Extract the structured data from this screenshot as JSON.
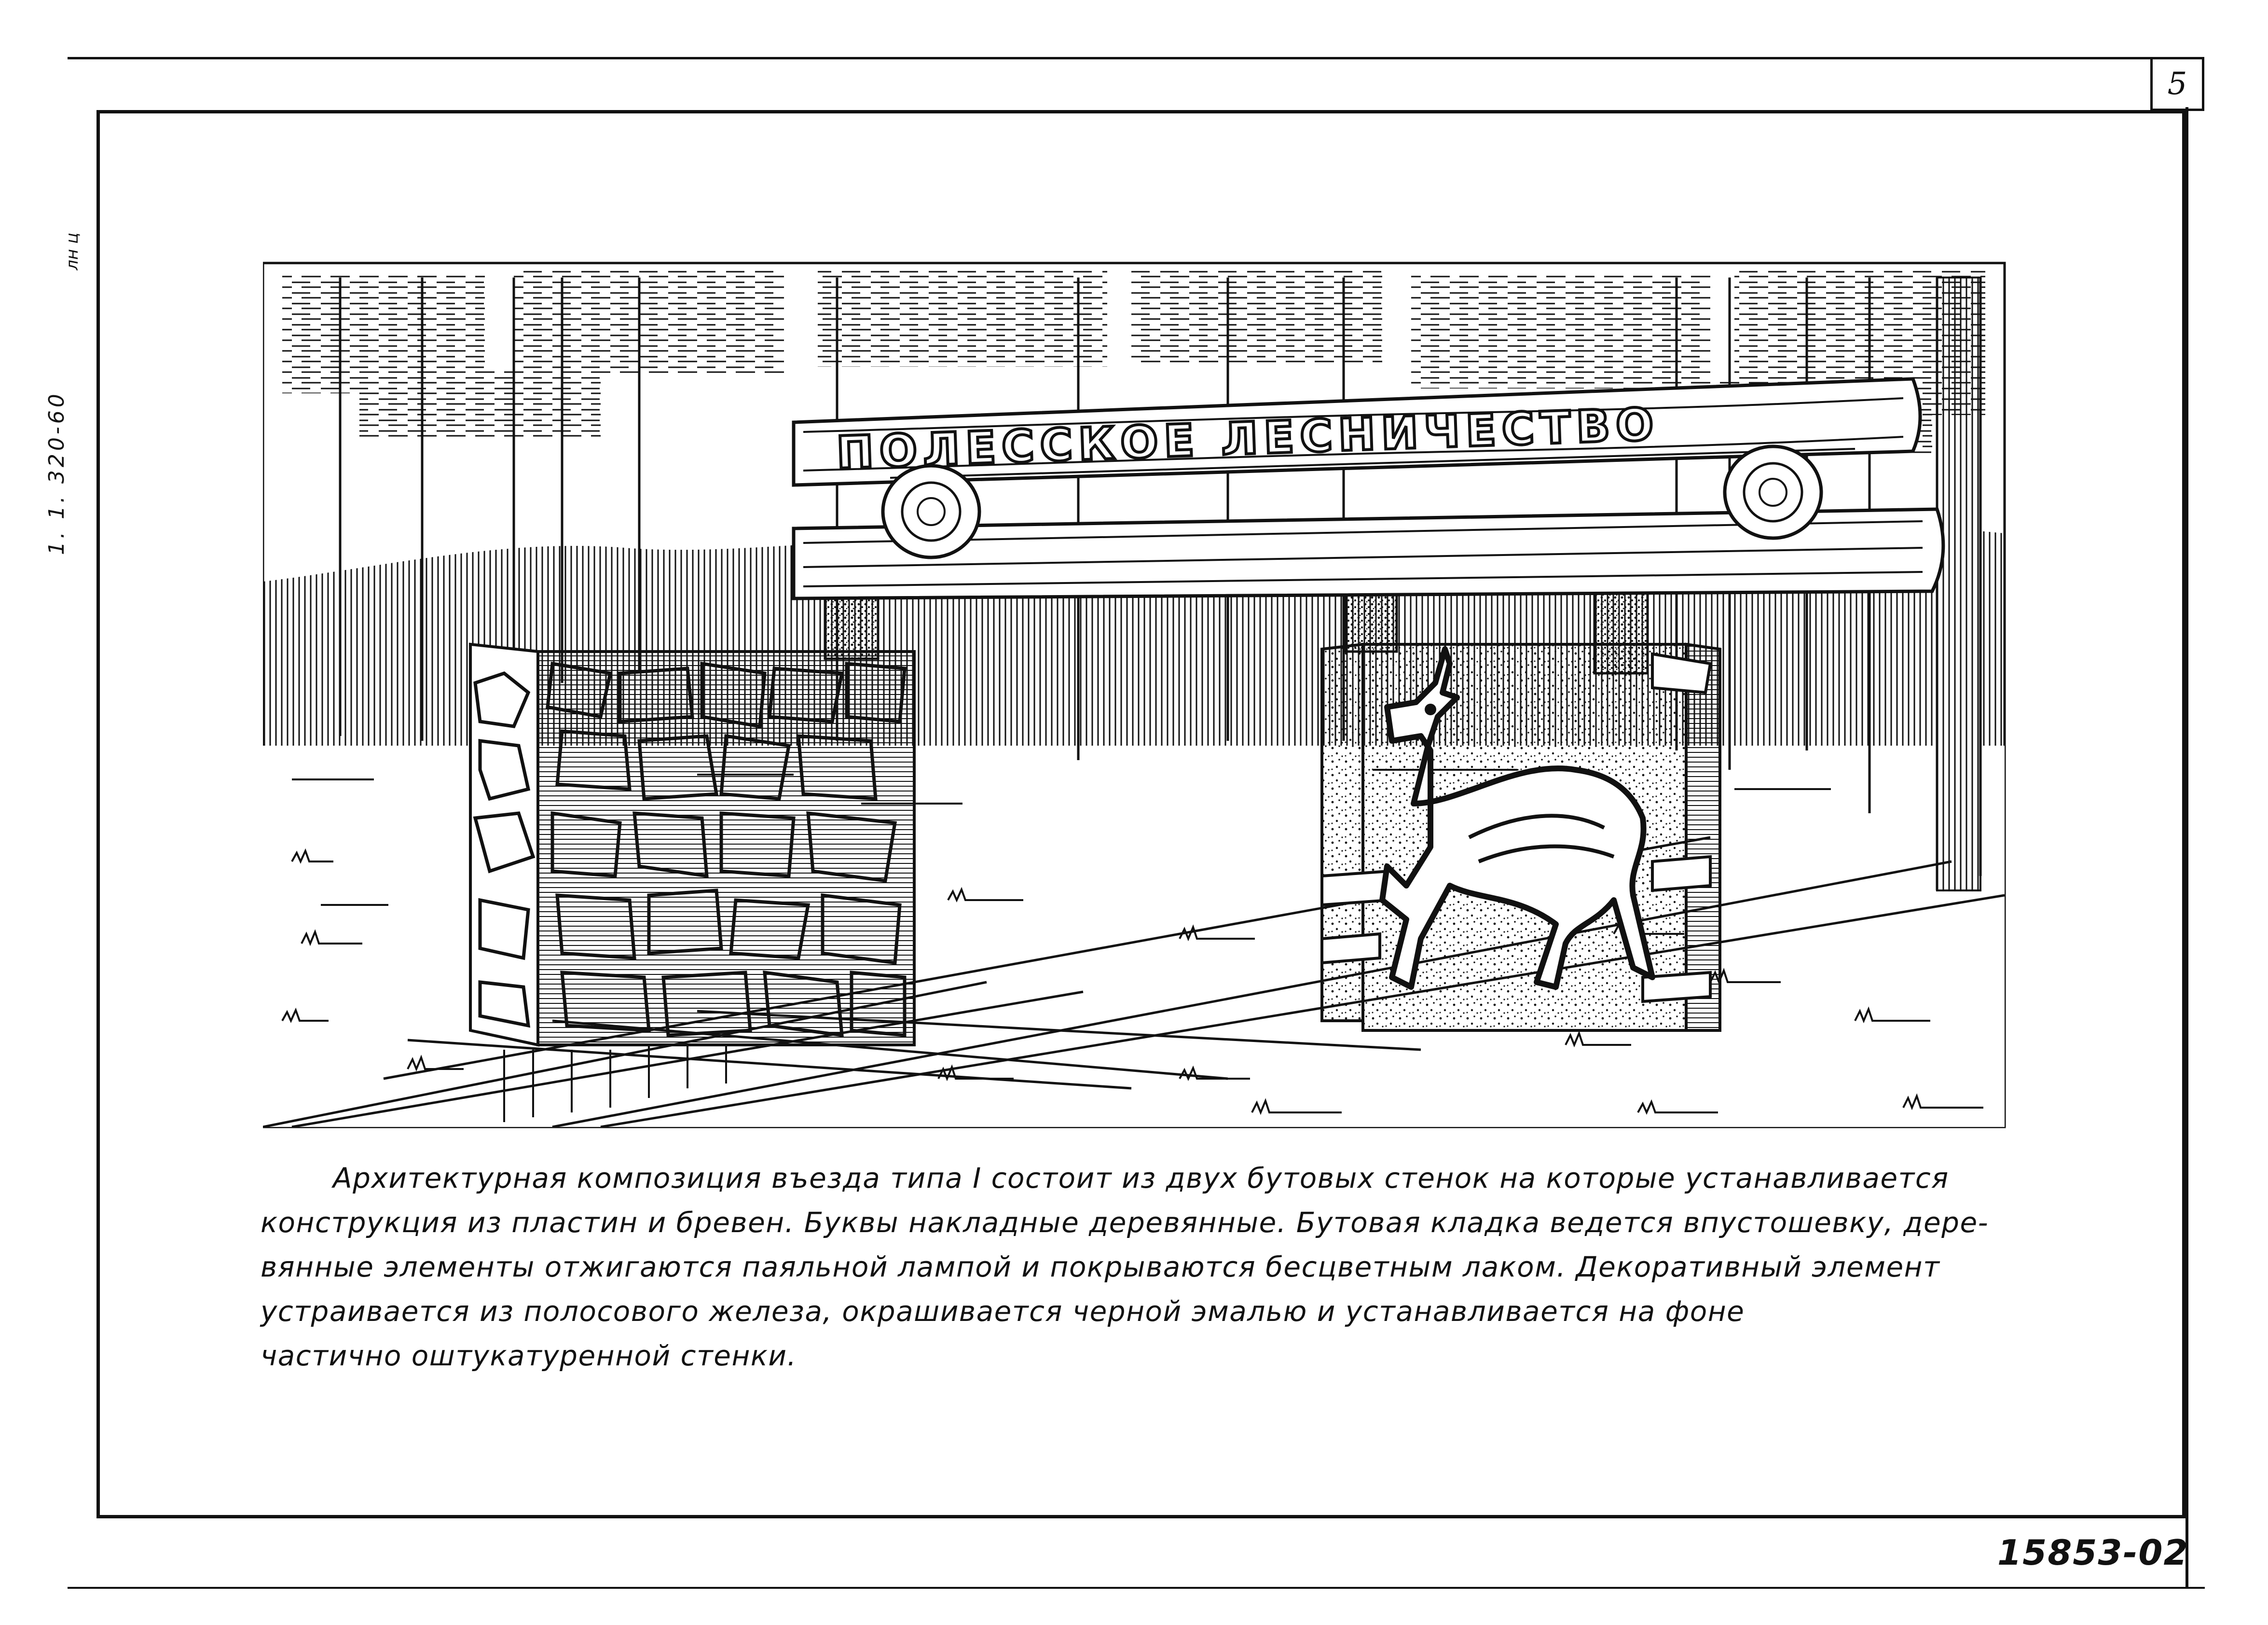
{
  "sheet": {
    "page_number": "5",
    "side_code": "1. 1. 320-60",
    "side_mark": "лн ц",
    "document_number": "15853-02"
  },
  "drawing": {
    "sign_text": "ПОЛЕССКОЕ ЛЕСНИЧЕСТВО"
  },
  "caption": {
    "lines": [
      "Архитектурная композиция въезда типа I состоит из двух бутовых стенок на которые устанавливается",
      "конструкция из пластин и бревен. Буквы накладные деревянные. Бутовая кладка ведется впустошевку, дере-",
      "вянные элементы отжигаются паяльной лампой и покрываются бесцветным лаком. Декоративный элемент",
      "устраивается из полосового железа, окрашивается черной эмалью и устанавливается на фоне",
      "частично оштукатуренной стенки."
    ]
  }
}
